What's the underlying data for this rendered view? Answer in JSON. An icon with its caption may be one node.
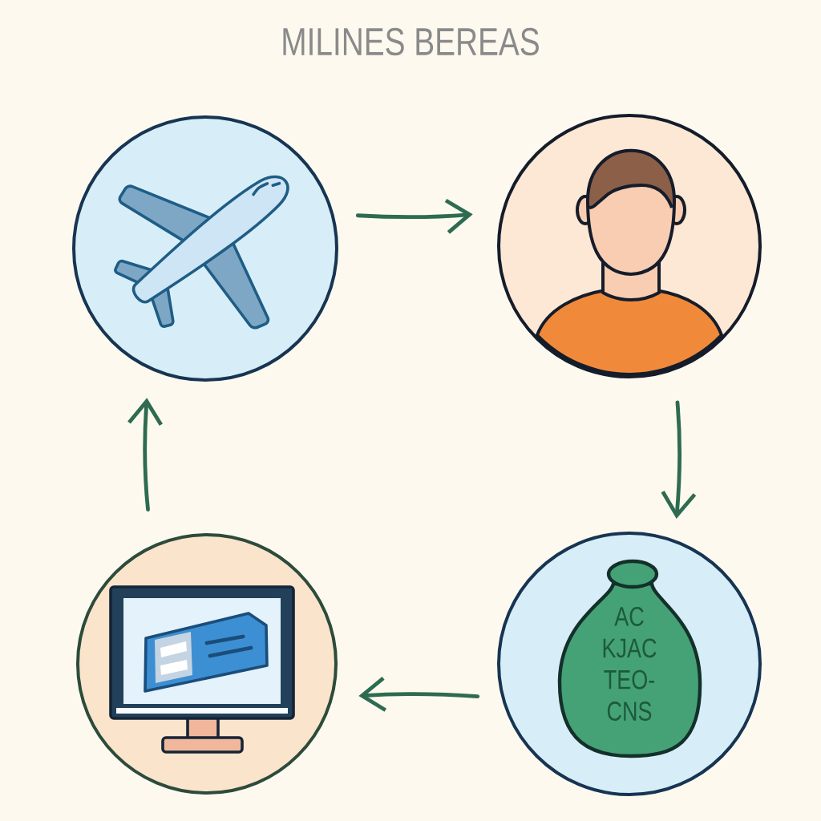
{
  "diagram": {
    "nodes": [
      {
        "text": [],
        "shape": "circle"
      },
      {
        "text": [],
        "shape": "circle"
      },
      {
        "text": [
          "AC KJAC TEO- CNS"
        ]
      },
      {
        "text": [],
        "shape": "circle"
      }
    ],
    "edges": [
      {
        "from": 0,
        "to": 1,
        "arrow": "to"
      },
      {
        "from": 1,
        "to": 2,
        "arrow": "to"
      },
      {
        "from": 2,
        "to": 3,
        "arrow": "to"
      },
      {
        "from": 3,
        "to": 0,
        "arrow": "to"
      }
    ],
    "labels": [
      "MILINES BEREAS"
    ]
  }
}
